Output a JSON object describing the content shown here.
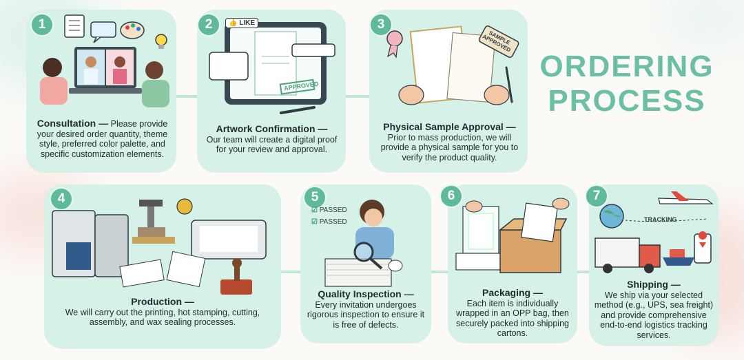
{
  "title": {
    "line1": "ORDERING",
    "line2": "PROCESS"
  },
  "colors": {
    "card": "#d6f1e7",
    "accent": "#5fb99b",
    "title": "#6bbfa3",
    "text": "#1f2a2e"
  },
  "steps": [
    {
      "number": "1",
      "heading": "Consultation —",
      "body": "Please provide your desired order quantity, theme style, preferred color palette, and specific customization elements.",
      "icons": [
        "video-call-icon",
        "checklist-icon",
        "chat-bubble-icon",
        "palette-icon",
        "lightbulb-icon"
      ]
    },
    {
      "number": "2",
      "heading": "Artwork Confirmation —",
      "body": "Our team will create a digital proof for your review and approval.",
      "like_label": "LIKE",
      "stamp_label": "APPROVED",
      "icons": [
        "tablet-icon",
        "like-icon",
        "stylus-icon"
      ]
    },
    {
      "number": "3",
      "heading": "Physical Sample Approval —",
      "body": "Prior to mass production, we will provide a physical sample for you to verify the product quality.",
      "tag_label": "SAMPLE APPROVED",
      "icons": [
        "award-ribbon-icon",
        "invitation-card-icon",
        "hands-icon"
      ]
    },
    {
      "number": "4",
      "heading": "Production —",
      "body": "We will carry out the printing, hot stamping, cutting, assembly, and wax sealing processes.",
      "icons": [
        "printer-icon",
        "hot-stamp-press-icon",
        "foil-coin-icon",
        "cutter-icon",
        "wax-seal-icon"
      ]
    },
    {
      "number": "5",
      "heading": "Quality Inspection —",
      "body": "Every invitation undergoes rigorous inspection to ensure it is free of defects.",
      "check_labels": [
        "PASSED",
        "PASSED"
      ],
      "icons": [
        "inspector-icon",
        "magnifier-icon",
        "checkbox-icon"
      ]
    },
    {
      "number": "6",
      "heading": "Packaging —",
      "body": "Each item is individually wrapped in an OPP bag, then securely packed into shipping cartons.",
      "icons": [
        "opp-bag-icon",
        "carton-box-icon"
      ]
    },
    {
      "number": "7",
      "heading": "Shipping —",
      "body": "We ship via your selected method (e.g., UPS, sea freight) and provide comprehensive end-to-end logistics tracking services.",
      "tracking_label": "TRACKING",
      "icons": [
        "globe-icon",
        "airplane-icon",
        "truck-icon",
        "ship-icon",
        "phone-location-icon"
      ]
    }
  ]
}
